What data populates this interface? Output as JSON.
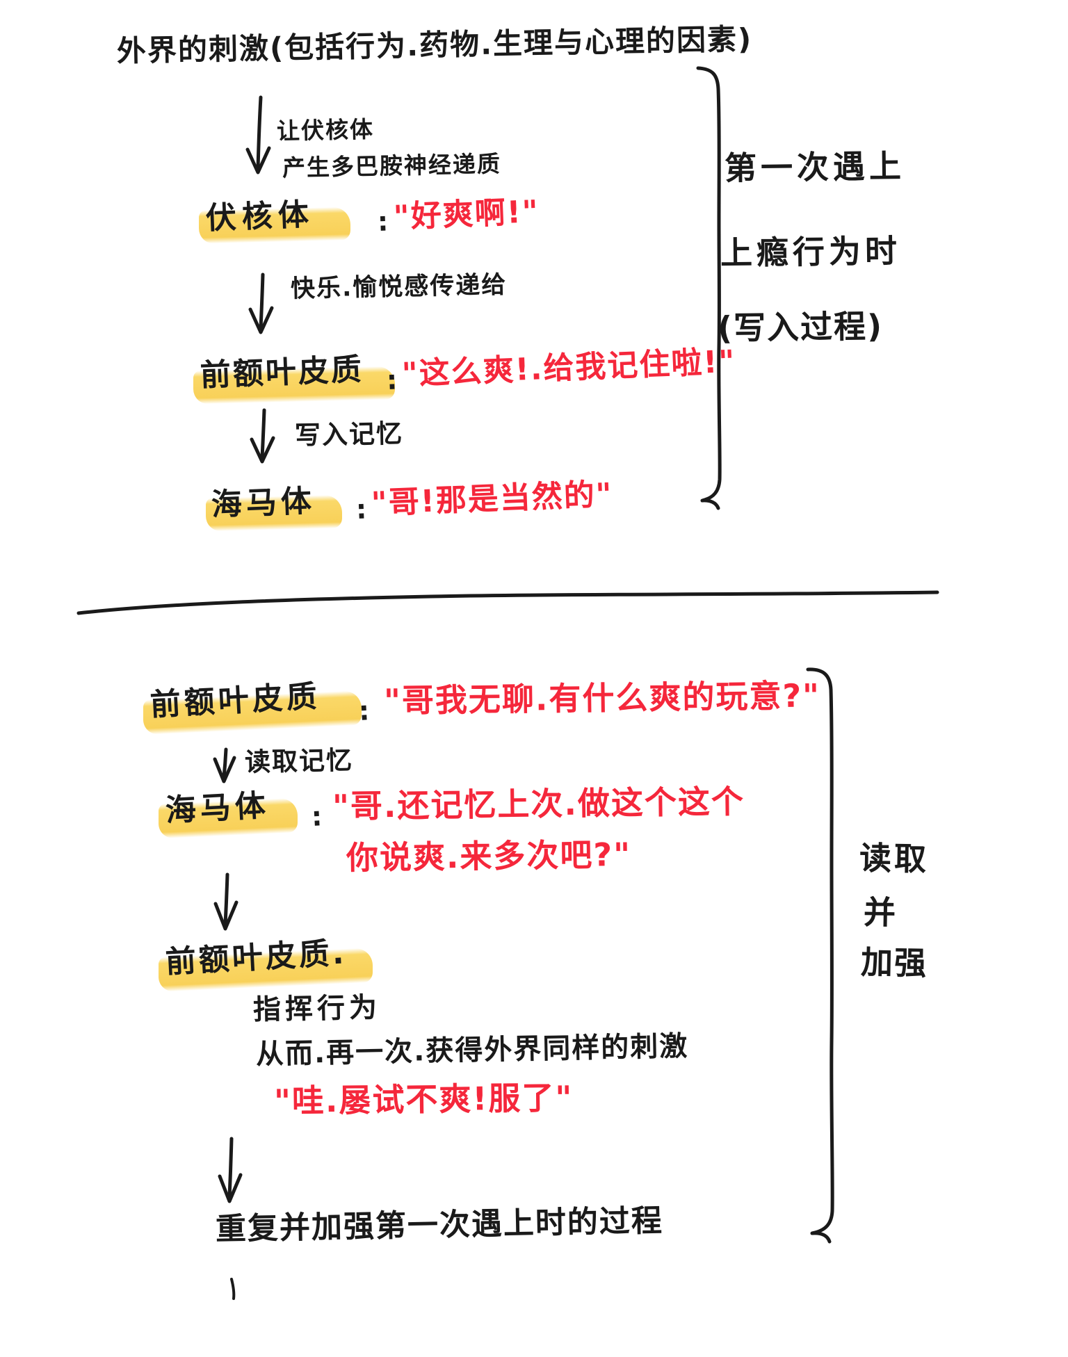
{
  "page": {
    "kind": "handwritten-note",
    "language": "zh-CN",
    "ink_color": "#1a1a1a",
    "accent_color": "#f5273b",
    "highlight_color": "#fad660",
    "background": "#ffffff"
  },
  "section_first_encounter": {
    "stimulus_line": "外界的刺激(包括行为.药物.生理与心理的因素)",
    "arrow1_note_line1": "让伏核体",
    "arrow1_note_line2": "产生多巴胺神经递质",
    "node1_label": "伏核体",
    "node1_colon": ":",
    "node1_quote": "\"好爽啊!\"",
    "arrow2_note": "快乐.愉悦感传递给",
    "node2_label": "前额叶皮质",
    "node2_colon": ":",
    "node2_quote": "\"这么爽!.给我记住啦!\"",
    "arrow3_note": "写入记忆",
    "node3_label": "海马体",
    "node3_colon": ":",
    "node3_quote": "\"哥!那是当然的\"",
    "bracket_caption_line1": "第一次遇上",
    "bracket_caption_line2": "上瘾行为时",
    "bracket_caption_line3": "(写入过程)"
  },
  "section_recall": {
    "node1_label": "前额叶皮质",
    "node1_colon": ":",
    "node1_quote": "\"哥我无聊.有什么爽的玩意?\"",
    "arrow1_note": "读取记忆",
    "node2_label": "海马体",
    "node2_colon": ":",
    "node2_quote_line1": "\"哥.还记忆上次.做这个这个",
    "node2_quote_line2": "你说爽.来多次吧?\"",
    "node3_label": "前额叶皮质.",
    "node3_note_line1": "指挥行为",
    "node3_note_line2": "从而.再一次.获得外界同样的刺激",
    "node3_quote": "\"哇.屡试不爽!服了\"",
    "final_note": "重复并加强第一次遇上时的过程",
    "bracket_caption_line1": "读取",
    "bracket_caption_line2": "并",
    "bracket_caption_line3": "加强"
  }
}
